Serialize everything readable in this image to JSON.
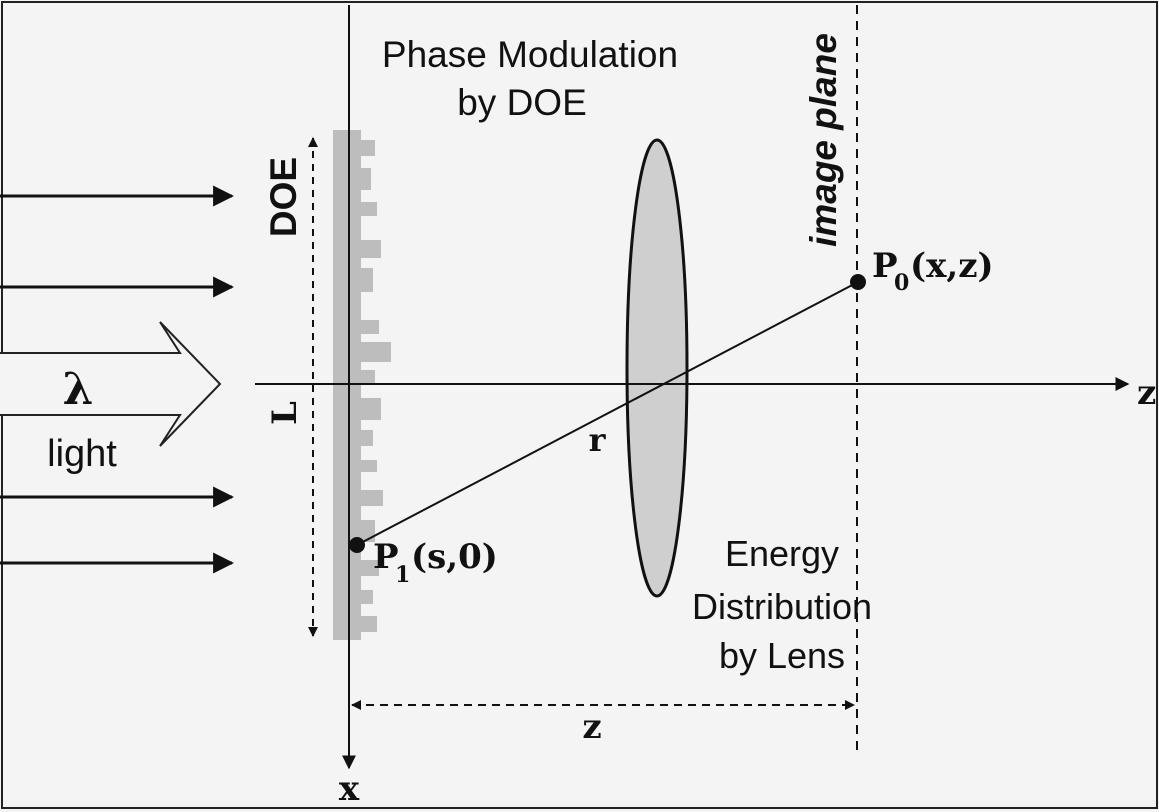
{
  "labels": {
    "phase_line1": "Phase Modulation",
    "phase_line2": "by DOE",
    "doe": "DOE",
    "image_plane": "image plane",
    "lambda": "λ",
    "light": "light",
    "l_dim": "L",
    "r": "r",
    "p0_main": "P",
    "p0_sub": "0",
    "p0_coords": "(x,z)",
    "p1_main": "P",
    "p1_sub": "1",
    "p1_coords": "(s,0)",
    "energy_line1": "Energy",
    "energy_line2": "Distribution",
    "energy_line3": "by Lens",
    "z_axis": "z",
    "x_axis": "x",
    "z_dim": "z"
  },
  "colors": {
    "background": "#f4f4f4",
    "line": "#111111",
    "doe_fill": "#bdbdbd",
    "lens_fill": "#cfcfcf"
  }
}
